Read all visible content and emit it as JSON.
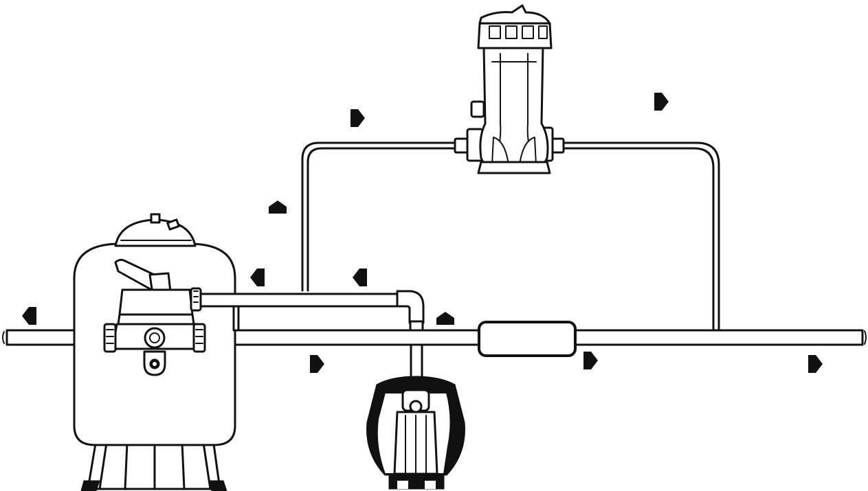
{
  "diagram": {
    "ink_color": "#111111",
    "background_color": "#ffffff",
    "components": [
      "sand-filter",
      "multiport-valve",
      "pump",
      "heater",
      "chlorinator"
    ],
    "flow_arrows": [
      {
        "id": "far-left",
        "direction": "left"
      },
      {
        "id": "valve-return",
        "direction": "left"
      },
      {
        "id": "bypass-return",
        "direction": "left"
      },
      {
        "id": "bypass-up",
        "direction": "up"
      },
      {
        "id": "pump-up",
        "direction": "up"
      },
      {
        "id": "chlorinator-in",
        "direction": "right"
      },
      {
        "id": "chlorinator-out",
        "direction": "right"
      },
      {
        "id": "below-filter",
        "direction": "right"
      },
      {
        "id": "after-heater",
        "direction": "right"
      },
      {
        "id": "far-right",
        "direction": "right"
      }
    ]
  }
}
